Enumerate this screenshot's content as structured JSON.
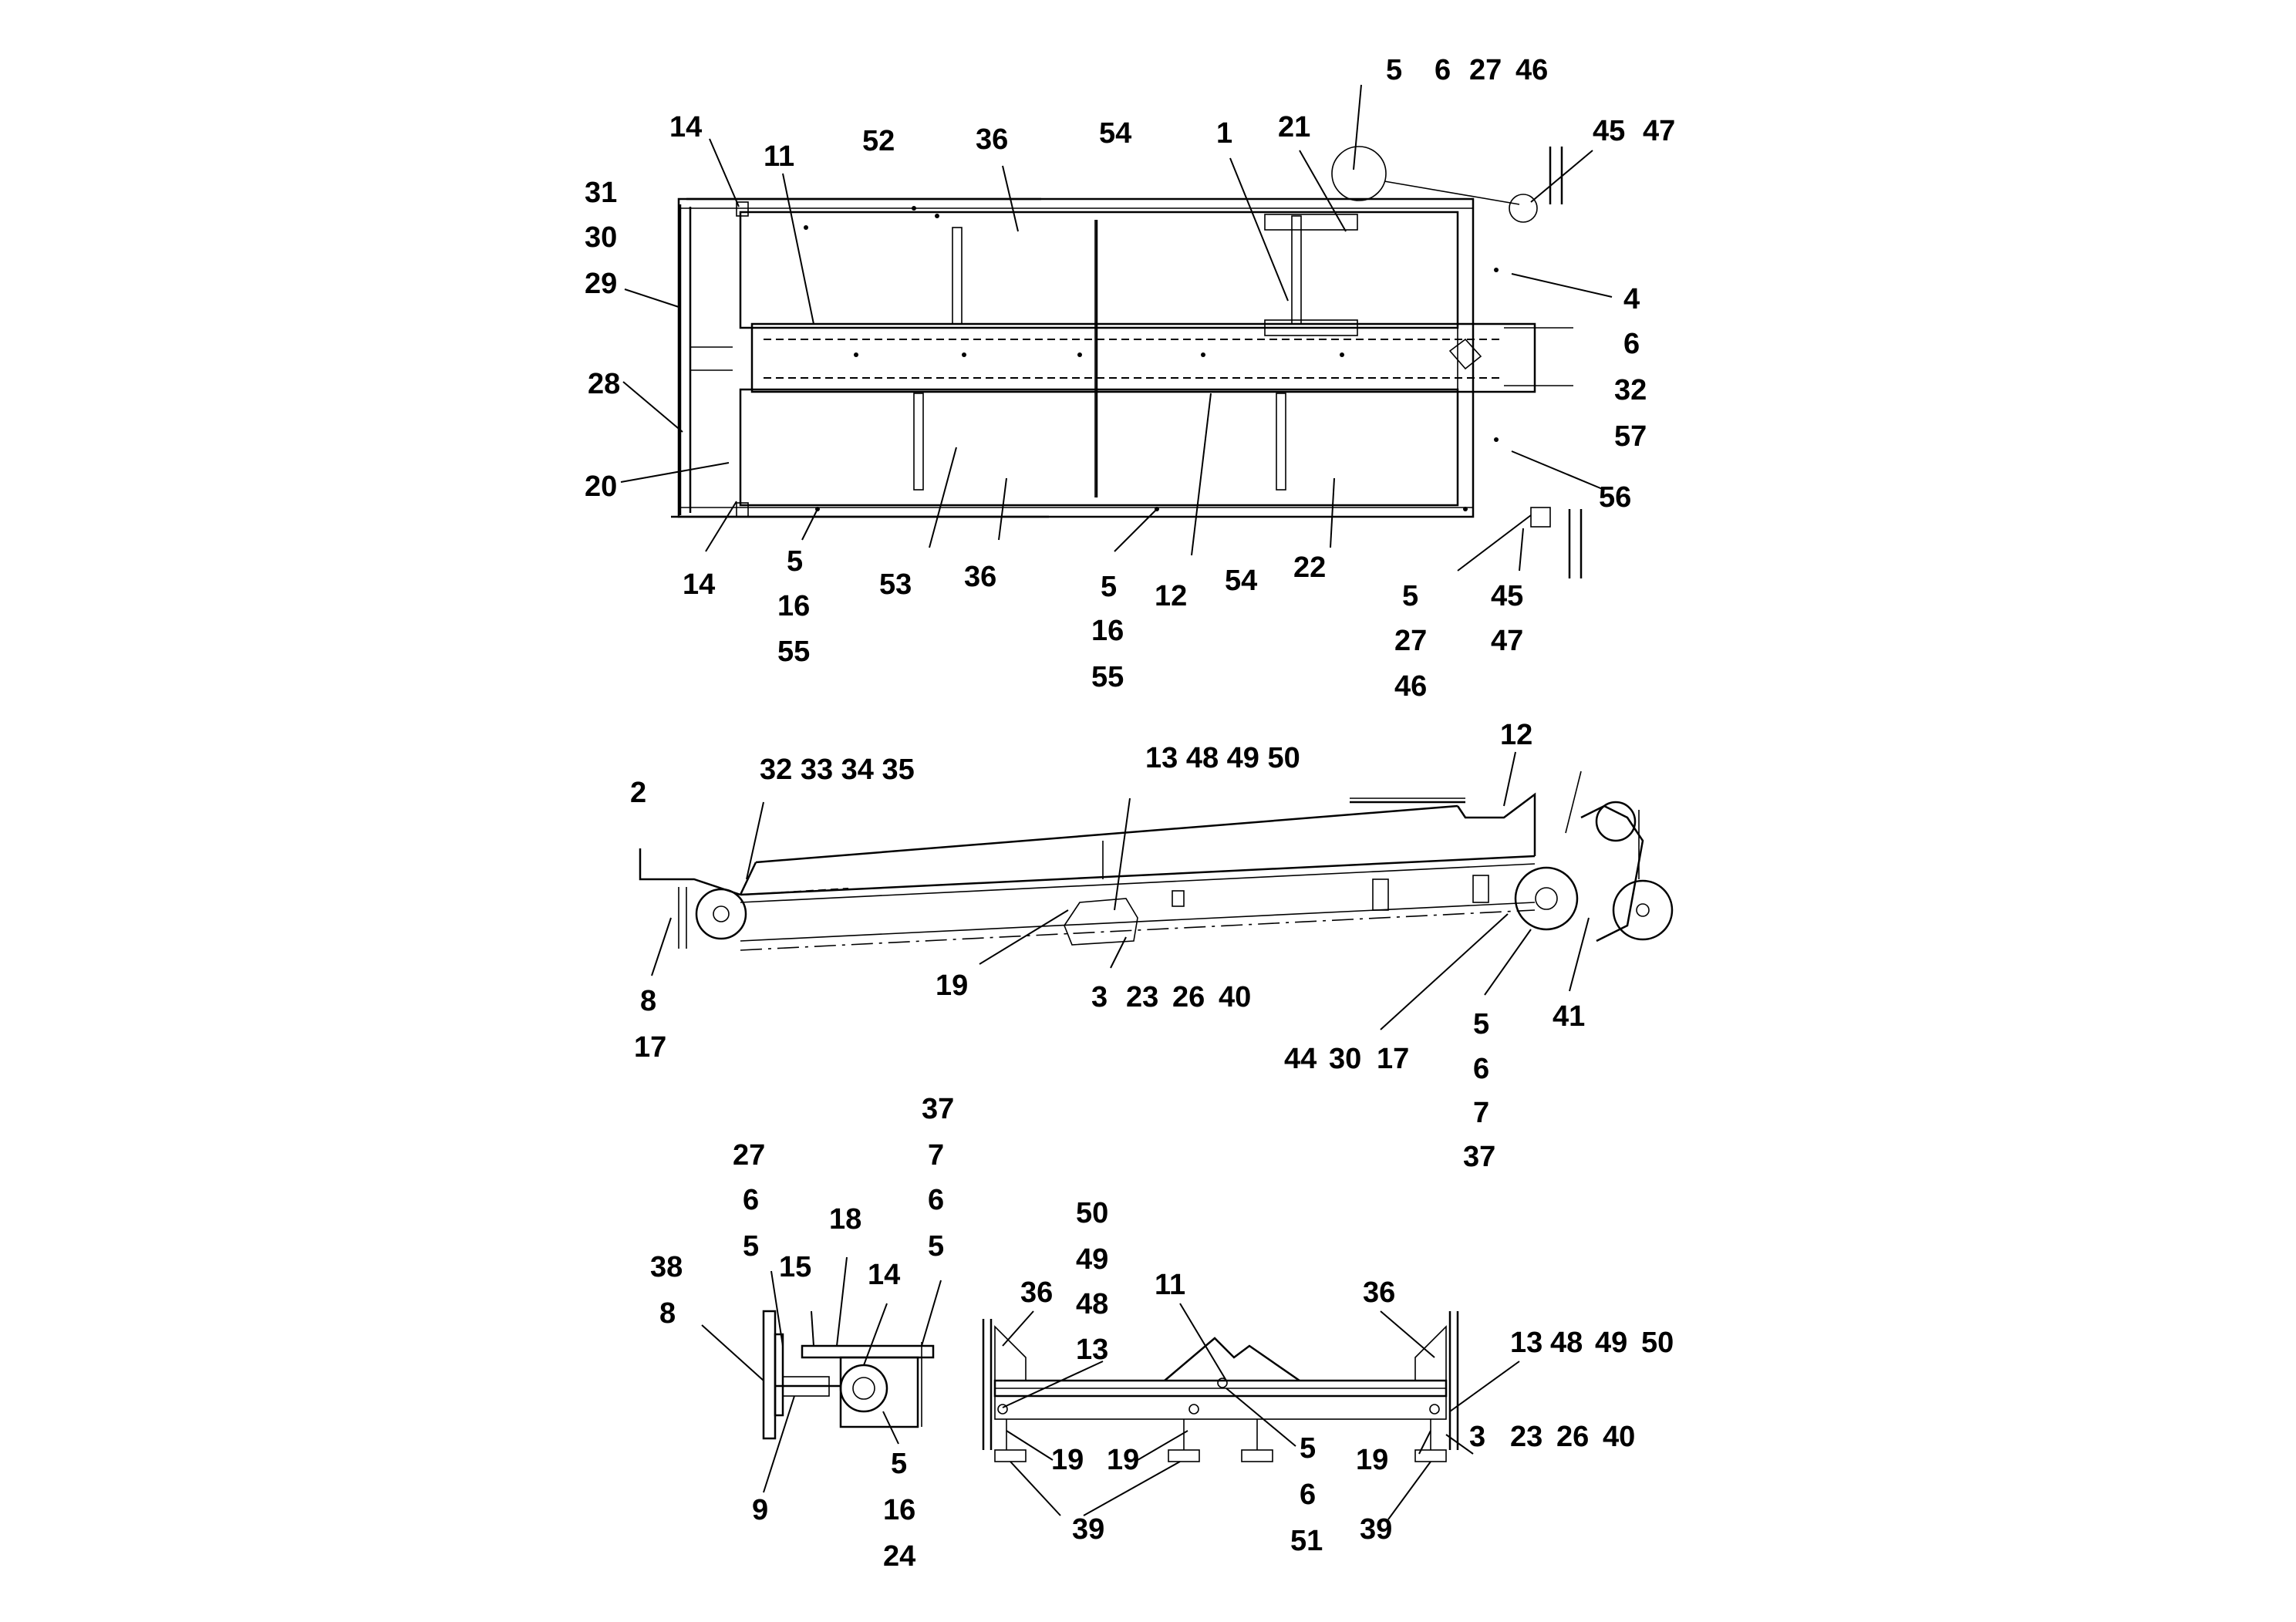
{
  "callouts": [
    "5",
    "6",
    "27",
    "46",
    "45",
    "47",
    "14",
    "11",
    "52",
    "36",
    "54",
    "1",
    "21",
    "31",
    "30",
    "29",
    "28",
    "20",
    "4",
    "6",
    "32",
    "57",
    "56",
    "14",
    "5",
    "16",
    "55",
    "53",
    "36",
    "5",
    "16",
    "55",
    "12",
    "54",
    "22",
    "5",
    "27",
    "46",
    "45",
    "47",
    "2",
    "32 33 34 35",
    "13 48 49 50",
    "12",
    "8",
    "17",
    "19",
    "3",
    "23",
    "26",
    "40",
    "44",
    "30",
    "17",
    "5",
    "6",
    "7",
    "37",
    "41",
    "37",
    "7",
    "6",
    "5",
    "27",
    "6",
    "5",
    "38",
    "8",
    "18",
    "15",
    "14",
    "9",
    "5",
    "16",
    "24",
    "50",
    "49",
    "48",
    "13",
    "36",
    "11",
    "36",
    "13",
    "48",
    "49",
    "50",
    "19",
    "19",
    "5",
    "6",
    "51",
    "19",
    "3",
    "23",
    "26",
    "40",
    "39",
    "39"
  ]
}
